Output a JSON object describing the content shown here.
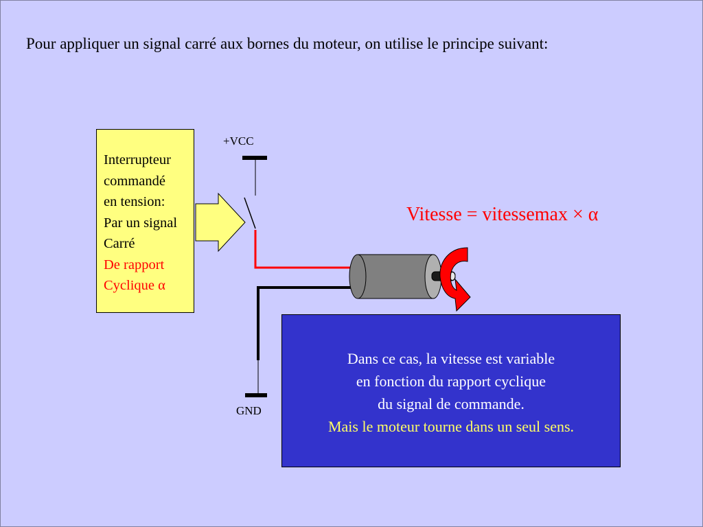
{
  "intro": "Pour appliquer un signal carré aux bornes du moteur, on utilise le principe suivant:",
  "switch_box": {
    "lines": [
      "Interrupteur",
      "commandé",
      "en tension:",
      "Par un signal",
      "Carré"
    ],
    "red_lines": [
      "De rapport",
      "Cyclique α"
    ]
  },
  "labels": {
    "vcc": "+VCC",
    "gnd": "GND"
  },
  "formula": "Vitesse = vitessemax × α",
  "info": {
    "lines": [
      "Dans ce cas, la vitesse est variable",
      "en fonction du rapport cyclique",
      "du signal de commande."
    ],
    "highlight": "Mais le moteur tourne dans un seul sens."
  },
  "colors": {
    "background": "#ccccff",
    "switch_box": "#ffff80",
    "info_box": "#3333cc",
    "accent_red": "#ff0000",
    "highlight_yellow": "#ffff66"
  }
}
